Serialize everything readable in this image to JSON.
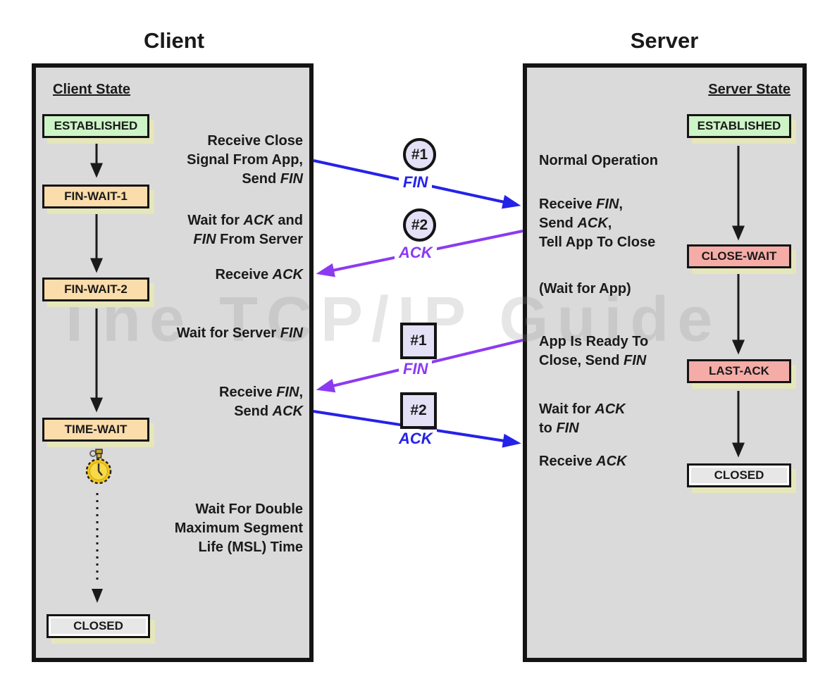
{
  "colors": {
    "panel_bg": "#dadada",
    "shadow": "#e6e6bc",
    "state_established": "#cdf4c6",
    "state_wait": "#fbdcab",
    "state_close_wait": "#f5aca7",
    "state_closed": "#e7e7e7",
    "marker_fill": "#e4e0f6",
    "arrow_blue": "#2522e8",
    "arrow_purple": "#8c3af2"
  },
  "watermark": "The TCP/IP Guide",
  "client": {
    "title": "Client",
    "heading": "Client State",
    "states": [
      "ESTABLISHED",
      "FIN-WAIT-1",
      "FIN-WAIT-2",
      "TIME-WAIT",
      "CLOSED"
    ],
    "annotations": [
      "Receive Close\nSignal From App,\nSend *FIN*",
      "Wait for *ACK* and\n*FIN* From Server",
      "Receive *ACK*",
      "Wait for Server *FIN*",
      "Receive *FIN*,\nSend *ACK*",
      "Wait For Double\nMaximum Segment\nLife (MSL) Time"
    ]
  },
  "server": {
    "title": "Server",
    "heading": "Server State",
    "states": [
      "ESTABLISHED",
      "CLOSE-WAIT",
      "LAST-ACK",
      "CLOSED"
    ],
    "annotations": [
      "Normal Operation",
      "Receive *FIN*,\nSend *ACK*,\nTell App To Close",
      "(Wait for App)",
      "App Is Ready To\nClose, Send *FIN*",
      "Wait for *ACK*\nto *FIN*",
      "Receive *ACK*"
    ]
  },
  "messages": [
    {
      "num": "#1",
      "label": "FIN",
      "shape": "circle",
      "direction": "client-to-server",
      "color": "blue"
    },
    {
      "num": "#2",
      "label": "ACK",
      "shape": "circle",
      "direction": "server-to-client",
      "color": "purple"
    },
    {
      "num": "#1",
      "label": "FIN",
      "shape": "square",
      "direction": "server-to-client",
      "color": "purple"
    },
    {
      "num": "#2",
      "label": "ACK",
      "shape": "square",
      "direction": "client-to-server",
      "color": "blue"
    }
  ]
}
